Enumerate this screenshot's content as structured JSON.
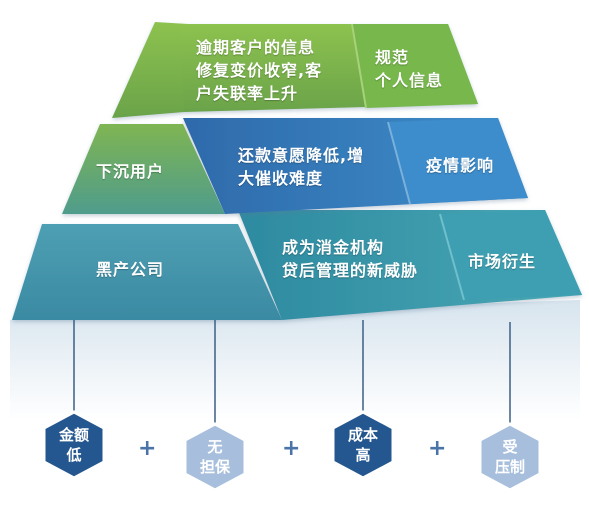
{
  "pyramid": {
    "row1": {
      "left_label": "逾期客户的信息\n修复变价收窄,客\n户失联率上升",
      "right_label": "规范\n个人信息"
    },
    "row2": {
      "green_label": "下沉用户",
      "middle_label": "还款意愿降低,增\n大催收难度",
      "right_label": "疫情影响"
    },
    "row3": {
      "green_label": "黑产公司",
      "middle_label": "成为消金机构\n贷后管理的新威胁",
      "right_label": "市场衍生"
    }
  },
  "factors": [
    {
      "label": "金额\n低",
      "style": "dark"
    },
    {
      "label": "无\n担保",
      "style": "light"
    },
    {
      "label": "成本\n高",
      "style": "dark"
    },
    {
      "label": "受\n压制",
      "style": "light"
    }
  ],
  "operator": "+",
  "colors": {
    "green": "#8cbf4e",
    "blue": "#3c7fbf",
    "teal": "#3c9aaa",
    "hex_dark": "#24568f",
    "hex_light": "#a7bfdc"
  }
}
